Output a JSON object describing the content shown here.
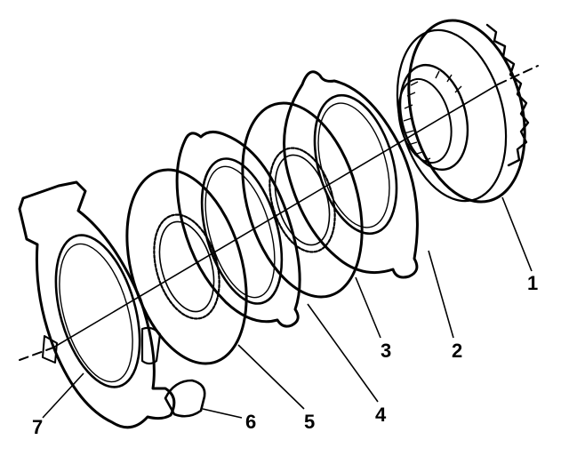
{
  "callouts": [
    {
      "id": "1",
      "label": "1"
    },
    {
      "id": "2",
      "label": "2"
    },
    {
      "id": "3",
      "label": "3"
    },
    {
      "id": "4",
      "label": "4"
    },
    {
      "id": "5",
      "label": "5"
    },
    {
      "id": "6",
      "label": "6"
    },
    {
      "id": "7",
      "label": "7"
    }
  ],
  "colors": {
    "ink": "#000000",
    "paper": "#ffffff"
  }
}
